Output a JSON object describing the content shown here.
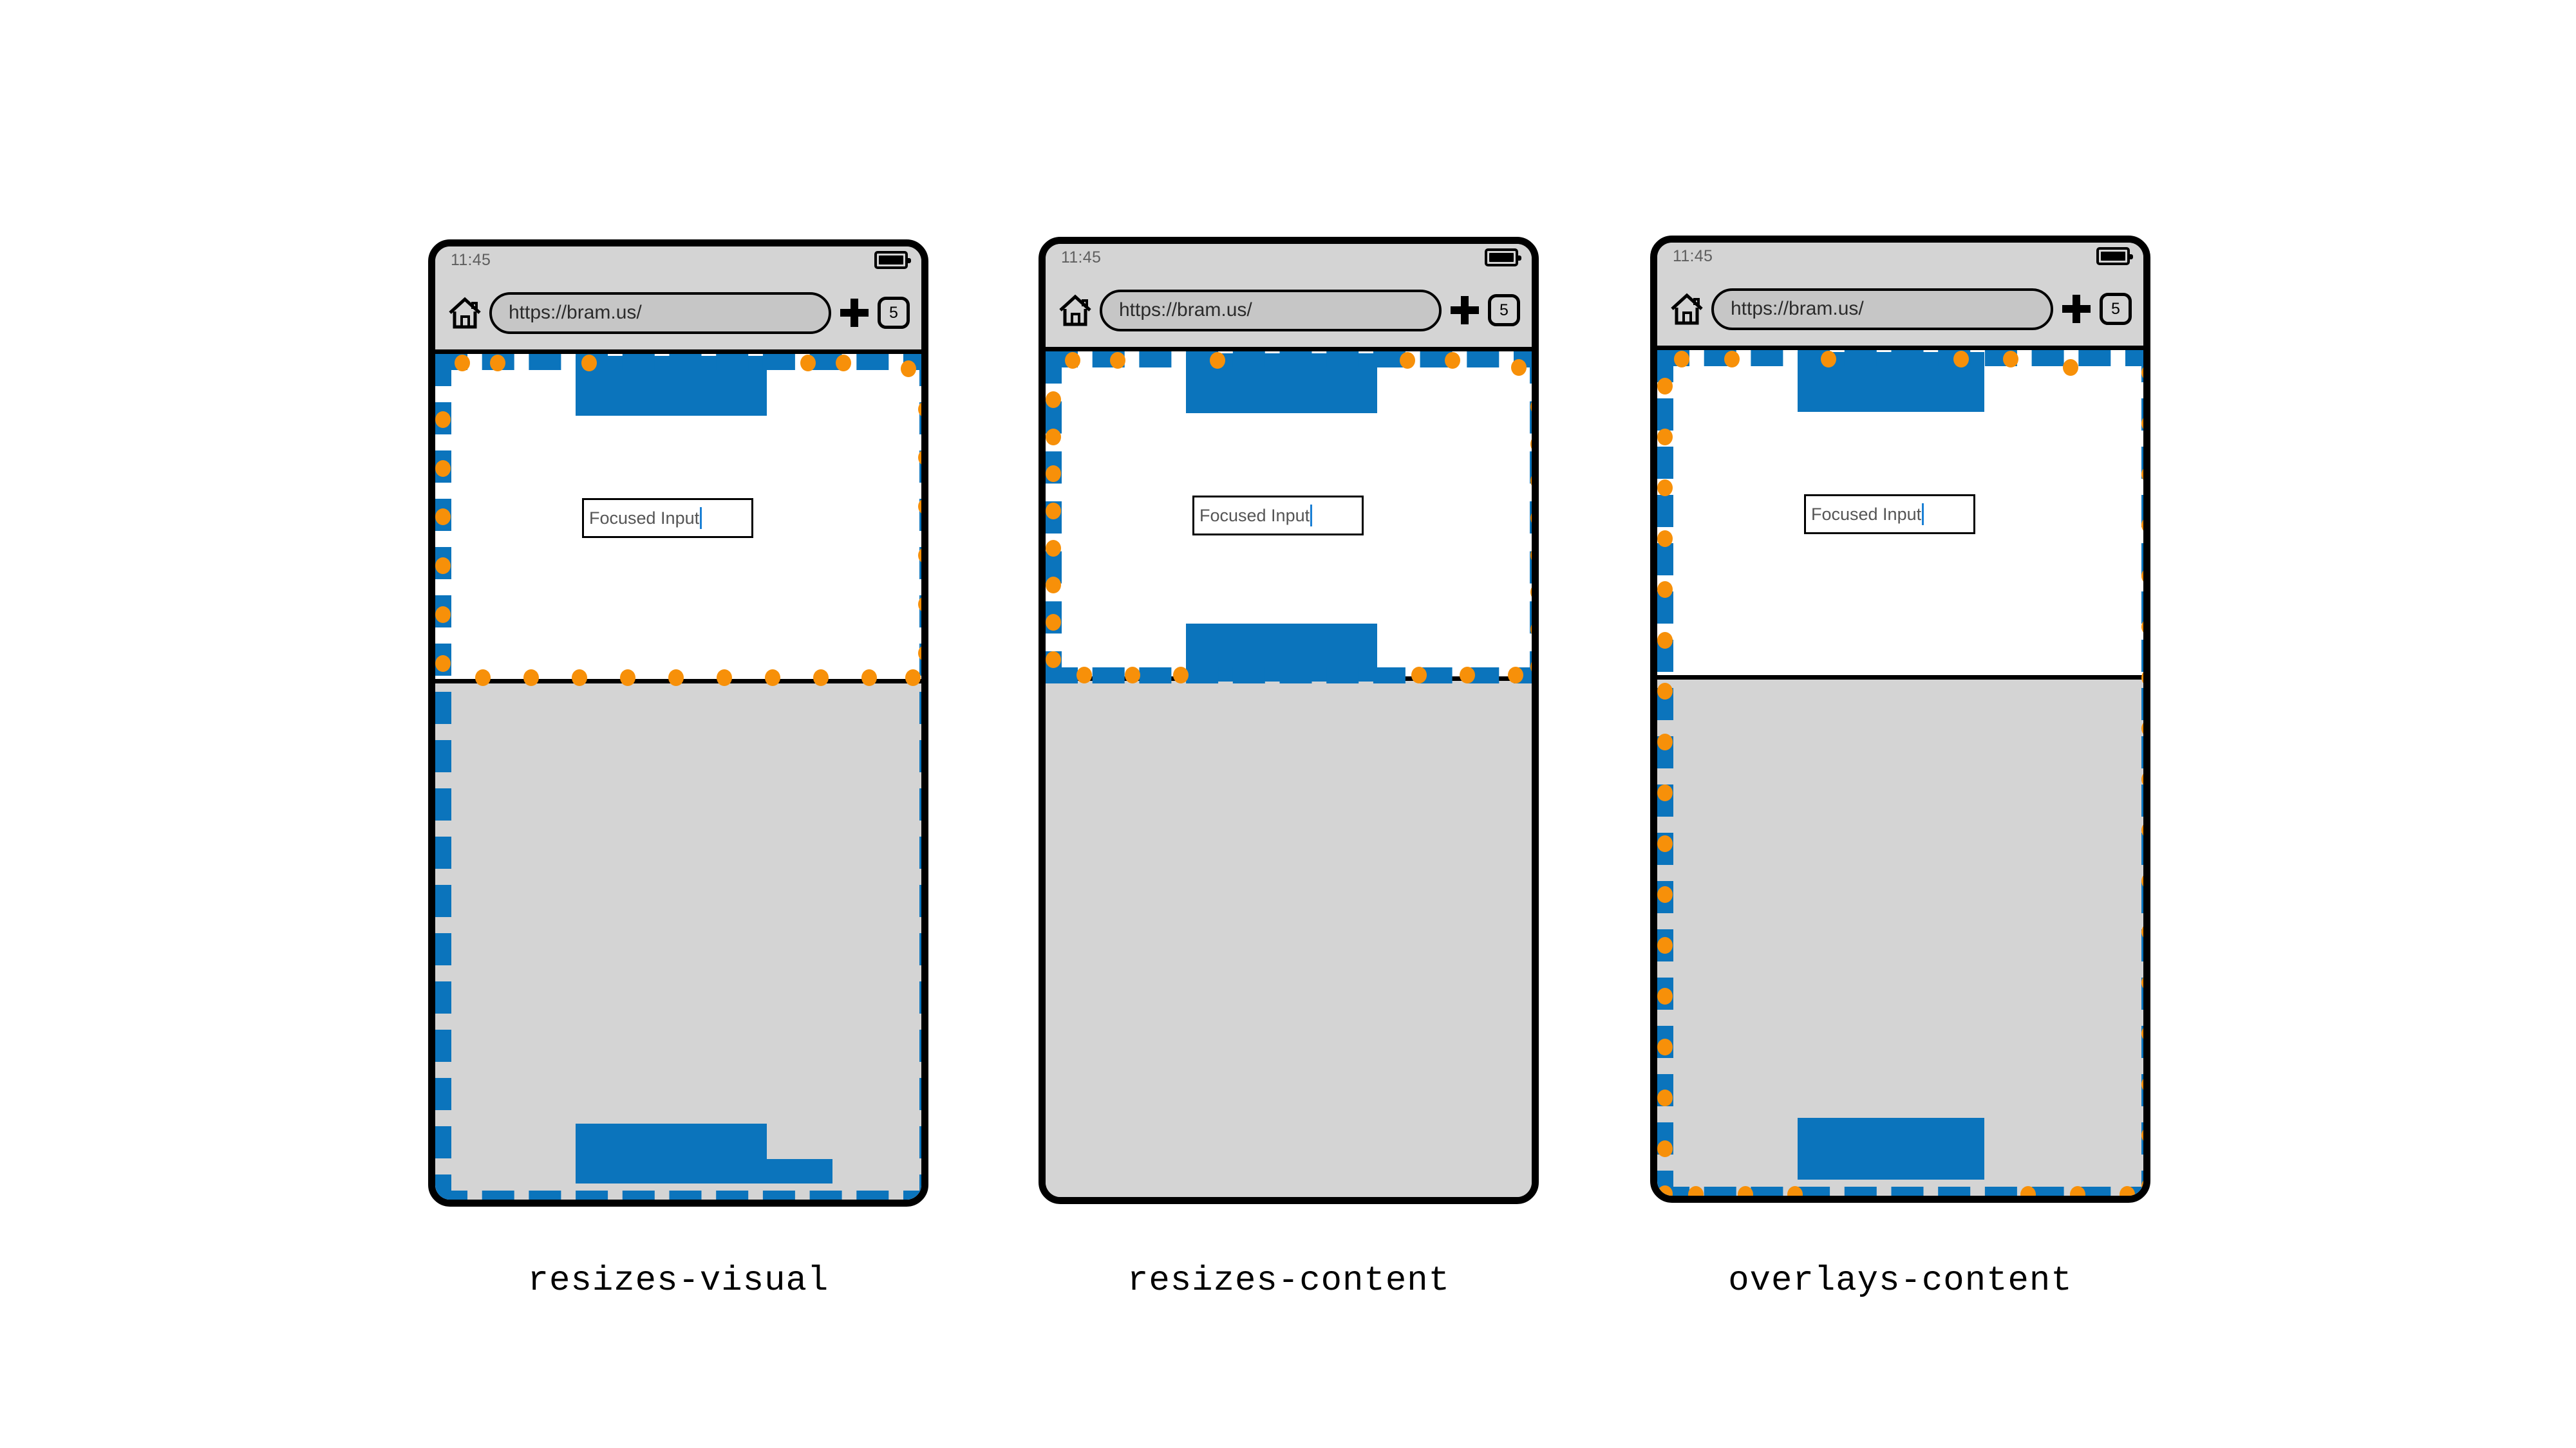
{
  "browser": {
    "status_time": "11:45",
    "url": "https://bram.us/",
    "tab_count": "5",
    "home_icon": "home-icon",
    "new_tab_icon": "plus-icon",
    "battery_icon": "battery-icon"
  },
  "page": {
    "input_value": "Focused Input",
    "input_caret": "|"
  },
  "colors": {
    "accent_blue": "#0b74bc",
    "dot_orange": "#f79009",
    "chrome_gray": "#d4d4d4",
    "keyboard_gray": "#d4d4d4",
    "frame_black": "#000000",
    "page_white": "#ffffff"
  },
  "phones": [
    {
      "id": "resizes-visual",
      "caption": "resizes-visual",
      "behavior": "Layout viewport keeps full height; visual viewport shrinks above keyboard. Page border/dots drawn over the keyboard region."
    },
    {
      "id": "resizes-content",
      "caption": "resizes-content",
      "behavior": "Layout viewport shrinks to area above keyboard; page border and dots fit entirely above the keyboard."
    },
    {
      "id": "overlays-content",
      "caption": "overlays-content",
      "behavior": "Keyboard overlays the page; layout viewport keeps full height, border and dots run behind the keyboard."
    }
  ]
}
